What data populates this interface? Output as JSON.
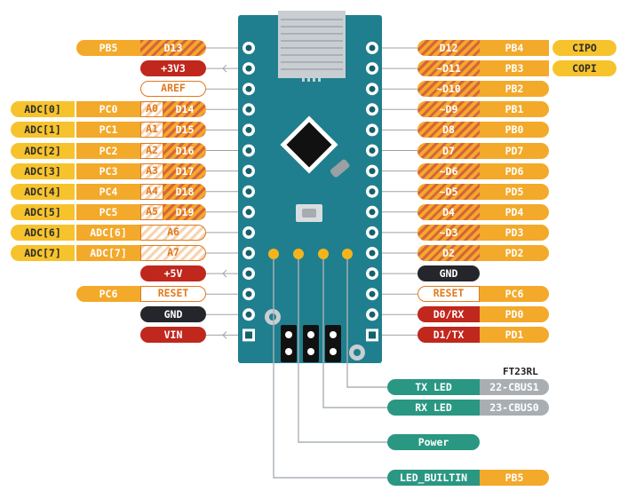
{
  "colors": {
    "board": "#1f7f8e",
    "board_dark": "#15606b",
    "orange": "#f3a92a",
    "orange_dark": "#e07a1e",
    "stripe": "#d7643c",
    "red": "#c0271d",
    "dark": "#24262b",
    "teal": "#2a9782",
    "grey": "#a9aeb2",
    "adc": "#f6c32d",
    "white": "#ffffff",
    "led_yellow": "#f5b41c"
  },
  "left_labels": [
    {
      "cells": [
        "PB5",
        "D13"
      ]
    },
    {
      "cells": [
        "+3V3"
      ]
    },
    {
      "cells": [
        "AREF"
      ]
    },
    {
      "cells": [
        "ADC[0]",
        "PC0",
        "A0",
        "D14"
      ]
    },
    {
      "cells": [
        "ADC[1]",
        "PC1",
        "A1",
        "D15"
      ]
    },
    {
      "cells": [
        "ADC[2]",
        "PC2",
        "A2",
        "D16"
      ]
    },
    {
      "cells": [
        "ADC[3]",
        "PC3",
        "A3",
        "D17"
      ]
    },
    {
      "cells": [
        "ADC[4]",
        "PC4",
        "A4",
        "D18"
      ]
    },
    {
      "cells": [
        "ADC[5]",
        "PC5",
        "A5",
        "D19"
      ]
    },
    {
      "cells": [
        "ADC[6]",
        "ADC[6]",
        "A6"
      ]
    },
    {
      "cells": [
        "ADC[7]",
        "ADC[7]",
        "A7"
      ]
    },
    {
      "cells": [
        "+5V"
      ]
    },
    {
      "cells": [
        "PC6",
        "RESET"
      ]
    },
    {
      "cells": [
        "GND"
      ]
    },
    {
      "cells": [
        "VIN"
      ]
    }
  ],
  "right_labels": [
    {
      "cells": [
        "D12",
        "PB4",
        "CIPO"
      ]
    },
    {
      "cells": [
        "~D11",
        "PB3",
        "COPI"
      ]
    },
    {
      "cells": [
        "~D10",
        "PB2"
      ]
    },
    {
      "cells": [
        "~D9",
        "PB1"
      ]
    },
    {
      "cells": [
        "D8",
        "PB0"
      ]
    },
    {
      "cells": [
        "D7",
        "PD7"
      ]
    },
    {
      "cells": [
        "~D6",
        "PD6"
      ]
    },
    {
      "cells": [
        "~D5",
        "PD5"
      ]
    },
    {
      "cells": [
        "D4",
        "PD4"
      ]
    },
    {
      "cells": [
        "~D3",
        "PD3"
      ]
    },
    {
      "cells": [
        "D2",
        "PD2"
      ]
    },
    {
      "cells": [
        "GND"
      ]
    },
    {
      "cells": [
        "RESET",
        "PC6"
      ]
    },
    {
      "cells": [
        "D0/RX",
        "PD0"
      ]
    },
    {
      "cells": [
        "D1/TX",
        "PD1"
      ]
    }
  ],
  "ft_title": "FT23RL",
  "bottom_labels": [
    {
      "cells": [
        "TX LED",
        "22-CBUS1"
      ]
    },
    {
      "cells": [
        "RX LED",
        "23-CBUS0"
      ]
    },
    {
      "cells": [
        "Power"
      ]
    },
    {
      "cells": [
        "LED_BUILTIN",
        "PB5"
      ]
    }
  ]
}
